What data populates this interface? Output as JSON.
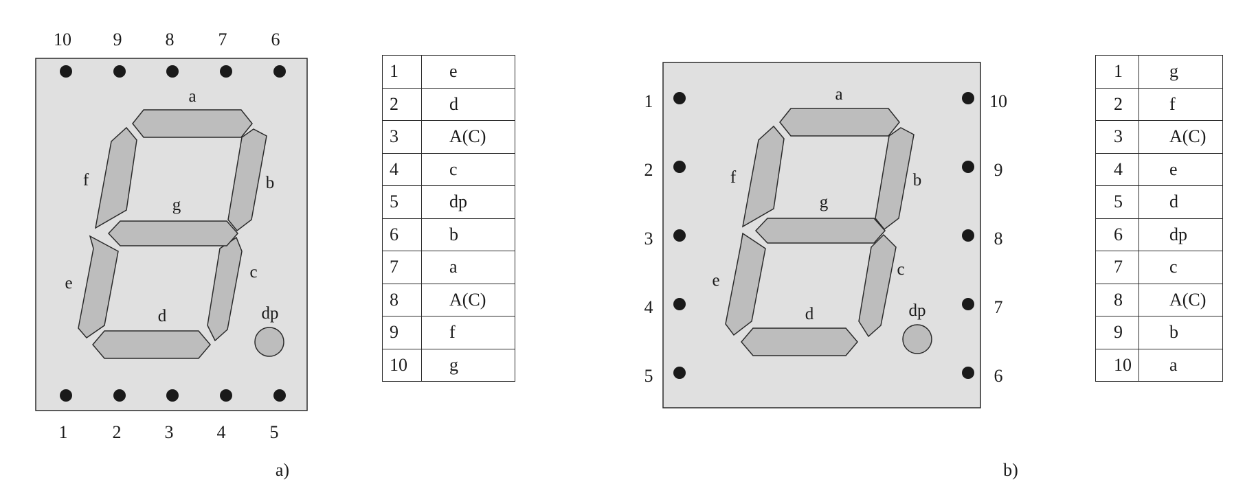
{
  "colors": {
    "package_fill": "#e0e0e0",
    "segment_fill": "#bdbdbd",
    "stroke": "#2a2a2a",
    "pin_dot": "#1a1a1a"
  },
  "panel_a": {
    "label": "a)",
    "top_pins": [
      "10",
      "9",
      "8",
      "7",
      "6"
    ],
    "bottom_pins": [
      "1",
      "2",
      "3",
      "4",
      "5"
    ],
    "segments": {
      "a": "a",
      "b": "b",
      "c": "c",
      "d": "d",
      "e": "e",
      "f": "f",
      "g": "g",
      "dp": "dp"
    },
    "table": [
      {
        "pin": "1",
        "signal": "e"
      },
      {
        "pin": "2",
        "signal": "d"
      },
      {
        "pin": "3",
        "signal": "A(C)"
      },
      {
        "pin": "4",
        "signal": "c"
      },
      {
        "pin": "5",
        "signal": "dp"
      },
      {
        "pin": "6",
        "signal": "b"
      },
      {
        "pin": "7",
        "signal": "a"
      },
      {
        "pin": "8",
        "signal": "A(C)"
      },
      {
        "pin": "9",
        "signal": "f"
      },
      {
        "pin": "10",
        "signal": "g"
      }
    ]
  },
  "panel_b": {
    "label": "b)",
    "left_pins": [
      "1",
      "2",
      "3",
      "4",
      "5"
    ],
    "right_pins": [
      "10",
      "9",
      "8",
      "7",
      "6"
    ],
    "segments": {
      "a": "a",
      "b": "b",
      "c": "c",
      "d": "d",
      "e": "e",
      "f": "f",
      "g": "g",
      "dp": "dp"
    },
    "table": [
      {
        "pin": "1",
        "signal": "g"
      },
      {
        "pin": "2",
        "signal": "f"
      },
      {
        "pin": "3",
        "signal": "A(C)"
      },
      {
        "pin": "4",
        "signal": "e"
      },
      {
        "pin": "5",
        "signal": "d"
      },
      {
        "pin": "6",
        "signal": "dp"
      },
      {
        "pin": "7",
        "signal": "c"
      },
      {
        "pin": "8",
        "signal": "A(C)"
      },
      {
        "pin": "9",
        "signal": "b"
      },
      {
        "pin": "10",
        "signal": "a"
      }
    ]
  }
}
